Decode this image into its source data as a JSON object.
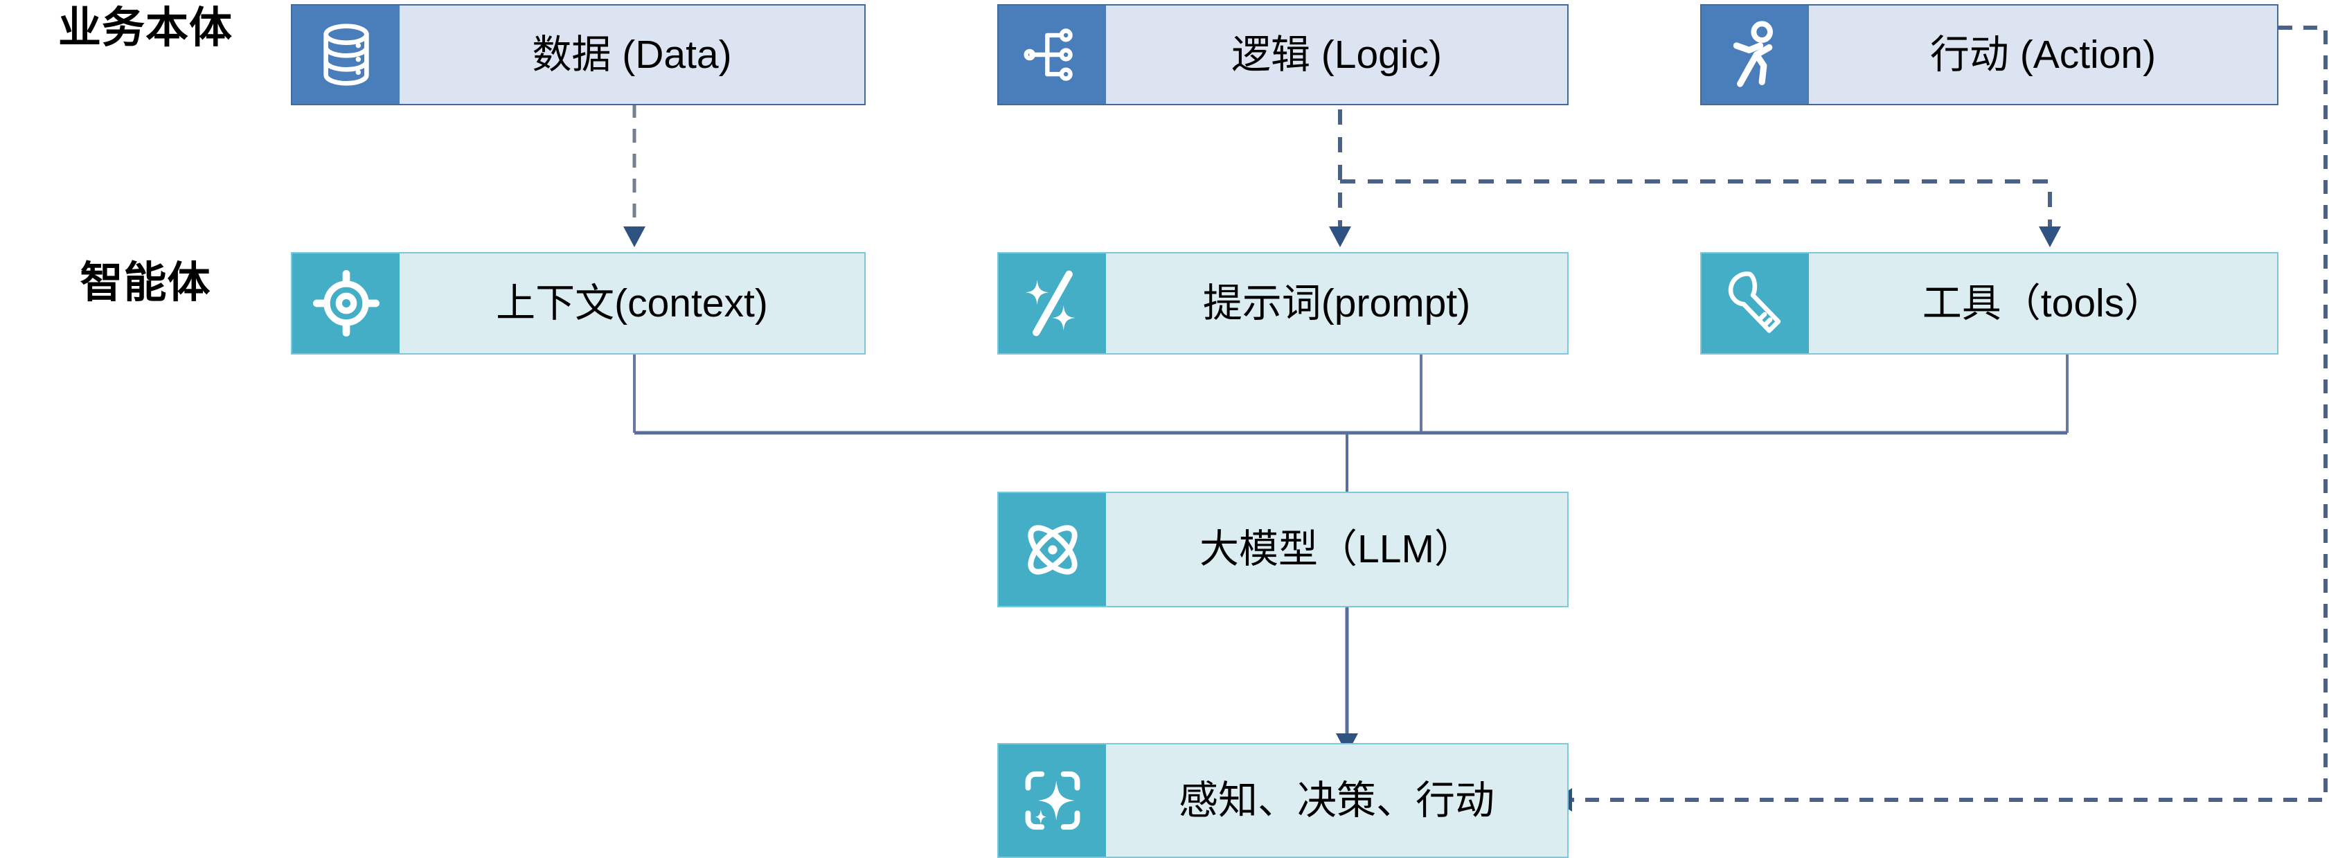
{
  "diagram": {
    "title_rows": [
      {
        "id": "business",
        "label": "业务本体"
      },
      {
        "id": "agent",
        "label": "智能体"
      }
    ],
    "colors": {
      "business_icon_bg": "#4a7ebb",
      "business_body_bg": "#dce4f1",
      "business_border": "#41699c",
      "agent_icon_bg": "#45aec7",
      "agent_body_bg": "#dcedf2",
      "agent_border": "#7fc8da",
      "solid_edge": "#5a6e9c",
      "dashed_edge": "#808b9a",
      "dashed_edge_dark": "#4a6285",
      "arrowhead": "#2e5382",
      "label_text": "#000000"
    },
    "nodes": [
      {
        "id": "data",
        "layer": "business",
        "label": "数据 (Data)",
        "icon": "database-icon"
      },
      {
        "id": "logic",
        "layer": "business",
        "label": "逻辑 (Logic)",
        "icon": "hierarchy-icon"
      },
      {
        "id": "action",
        "layer": "business",
        "label": "行动 (Action)",
        "icon": "running-person-icon"
      },
      {
        "id": "context",
        "layer": "agent",
        "label": "上下文(context)",
        "icon": "target-icon"
      },
      {
        "id": "prompt",
        "layer": "agent",
        "label": "提示词(prompt)",
        "icon": "magic-wand-icon"
      },
      {
        "id": "tools",
        "layer": "agent",
        "label": "工具（tools）",
        "icon": "wrench-icon"
      },
      {
        "id": "llm",
        "layer": "agent",
        "label": "大模型（LLM）",
        "icon": "atom-icon"
      },
      {
        "id": "perceive",
        "layer": "agent",
        "label": "感知、决策、行动",
        "icon": "ai-sparkle-icon"
      }
    ],
    "edges": [
      {
        "id": "data-to-context",
        "from": "data",
        "to": "context",
        "style": "dashed",
        "arrow": true
      },
      {
        "id": "logic-to-prompt",
        "from": "logic",
        "to": "prompt",
        "style": "dashed",
        "arrow": true
      },
      {
        "id": "logic-to-tools",
        "from": "logic",
        "to": "tools",
        "style": "dashed",
        "arrow": true
      },
      {
        "id": "context-to-llm",
        "from": "context",
        "to": "llm",
        "style": "solid",
        "arrow": true
      },
      {
        "id": "prompt-to-llm",
        "from": "prompt",
        "to": "llm",
        "style": "solid",
        "arrow": true
      },
      {
        "id": "tools-to-llm",
        "from": "tools",
        "to": "llm",
        "style": "solid",
        "arrow": true
      },
      {
        "id": "llm-to-perceive",
        "from": "llm",
        "to": "perceive",
        "style": "solid",
        "arrow": true
      },
      {
        "id": "action-to-perceive",
        "from": "action",
        "to": "perceive",
        "style": "dashed",
        "arrow": true
      }
    ]
  }
}
